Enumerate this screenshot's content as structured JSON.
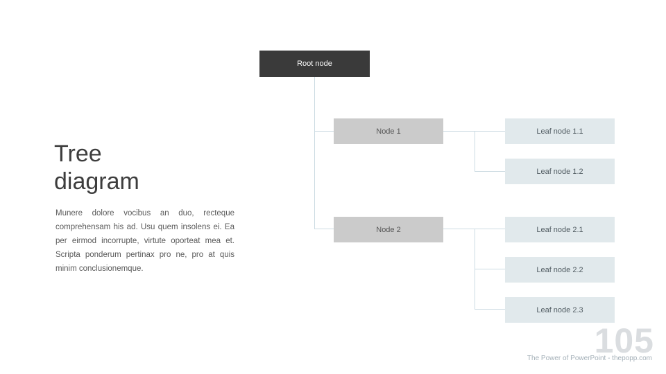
{
  "slide": {
    "title_line1": "Tree",
    "title_line2": "diagram",
    "body_text": "Munere dolore vocibus an duo, recteque comprehensam his ad. Usu quem insolens ei. Ea per eirmod incorrupte, virtute oporteat mea et. Scripta ponderum pertinax pro ne, pro at quis minim conclusionemque.",
    "page_number": "105",
    "footer": "The Power of PowerPoint - thepopp.com"
  },
  "diagram": {
    "root": {
      "label": "Root node"
    },
    "nodes": [
      {
        "label": "Node 1",
        "children": [
          {
            "label": "Leaf node 1.1"
          },
          {
            "label": "Leaf node 1.2"
          }
        ]
      },
      {
        "label": "Node 2",
        "children": [
          {
            "label": "Leaf node 2.1"
          },
          {
            "label": "Leaf node 2.2"
          },
          {
            "label": "Leaf node 2.3"
          }
        ]
      }
    ]
  },
  "colors": {
    "root_bg": "#3a3a3a",
    "root_text": "#ffffff",
    "node_bg": "#cbcbcb",
    "node_text": "#565656",
    "leaf_bg": "#e1e9ec",
    "leaf_text": "#515c62",
    "connector": "#ccdbe2",
    "title_text": "#3d3d3d",
    "body_text": "#595959",
    "page_number": "#dadde0",
    "footer_text": "#a4b0b8"
  }
}
